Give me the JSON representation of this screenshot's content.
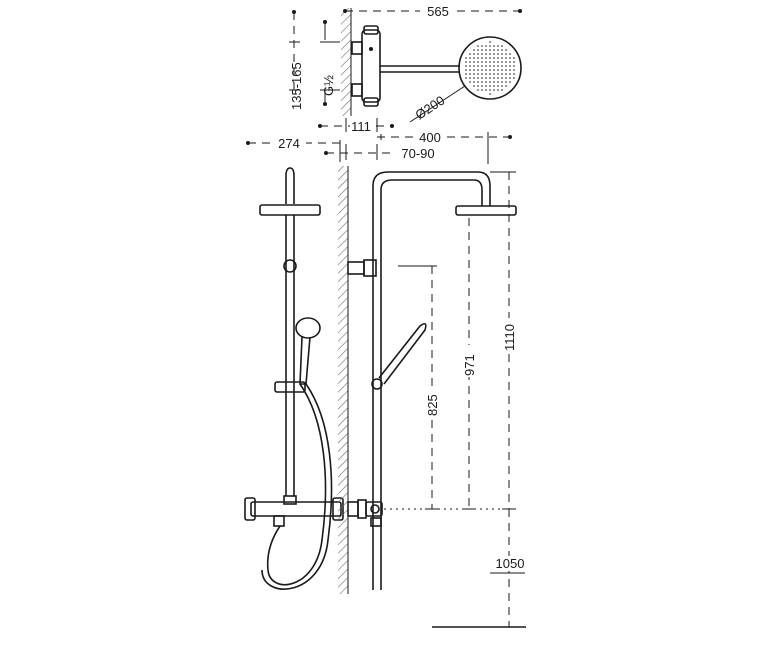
{
  "dimensions": {
    "total_width": "565",
    "mixer_height": "135-165",
    "thread": "G½",
    "wall_to_mixer": "111",
    "head_diameter": "Ø200",
    "arm_projection": "400",
    "side_depth": "274",
    "bar_offset": "70-90",
    "head_height": "1110",
    "bar_height": "971",
    "slider_height": "825",
    "mixer_floor_height": "1050"
  },
  "colors": {
    "line": "#1a1a1a",
    "wall_hatch": "#6b6b6b",
    "background": "#ffffff"
  }
}
